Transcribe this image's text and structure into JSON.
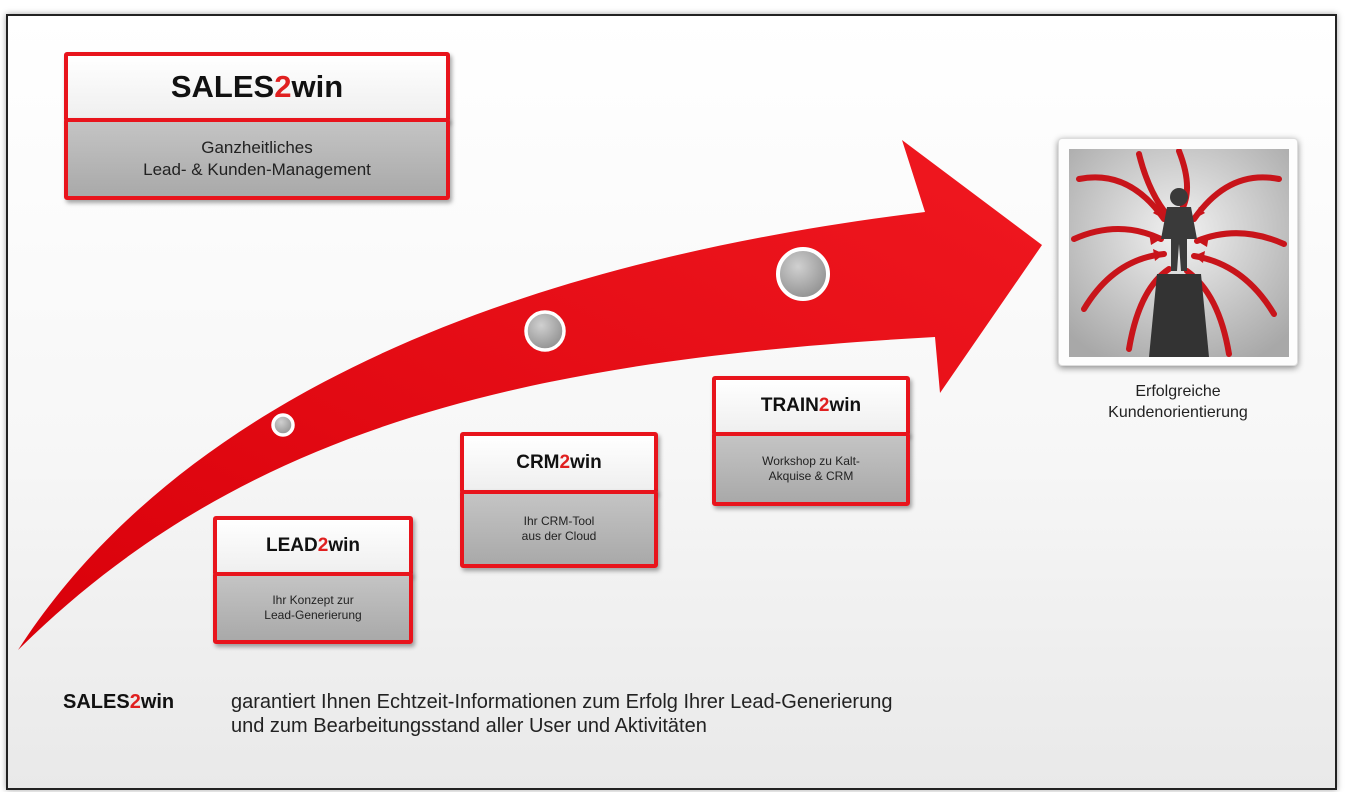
{
  "main_card": {
    "title_prefix": "SALES",
    "title_number": "2",
    "title_suffix": "win",
    "subtitle_line1": "Ganzheitliches",
    "subtitle_line2": "Lead- & Kunden-Management"
  },
  "steps": [
    {
      "prefix": "LEAD",
      "number": "2",
      "suffix": "win",
      "desc_line1": "Ihr Konzept zur",
      "desc_line2": "Lead-Generierung"
    },
    {
      "prefix": "CRM",
      "number": "2",
      "suffix": "win",
      "desc_line1": "Ihr CRM-Tool",
      "desc_line2": "aus der Cloud"
    },
    {
      "prefix": "TRAIN",
      "number": "2",
      "suffix": "win",
      "desc_line1": "Workshop zu Kalt-",
      "desc_line2": "Akquise & CRM"
    }
  ],
  "goal": {
    "caption_line1": "Erfolgreiche",
    "caption_line2": "Kundenorientierung",
    "image_icon": "person-with-inward-arrows-icon"
  },
  "footer": {
    "brand_prefix": "SALES",
    "brand_number": "2",
    "brand_suffix": "win",
    "text_line1": "garantiert Ihnen Echtzeit-Informationen zum Erfolg Ihrer Lead-Generierung",
    "text_line2": "und zum Bearbeitungsstand aller User und Aktivitäten"
  },
  "colors": {
    "accent_red": "#e8141c",
    "number_red": "#e02020",
    "box_gray": "#b4b4b4"
  }
}
